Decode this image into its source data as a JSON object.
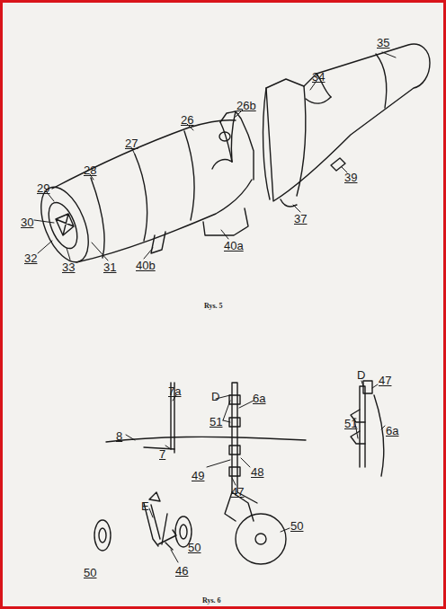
{
  "diagram": {
    "labels": [
      "35",
      "34",
      "26b",
      "26",
      "27",
      "28",
      "29",
      "30",
      "32",
      "33",
      "31",
      "40b",
      "40a",
      "39",
      "37",
      "Rys. 5",
      "D",
      "7a",
      "6a",
      "8",
      "7",
      "51",
      "49",
      "48",
      "47",
      "E",
      "46",
      "50",
      "50",
      "50",
      "D",
      "47",
      "51",
      "6a",
      "Rys. 6"
    ]
  }
}
